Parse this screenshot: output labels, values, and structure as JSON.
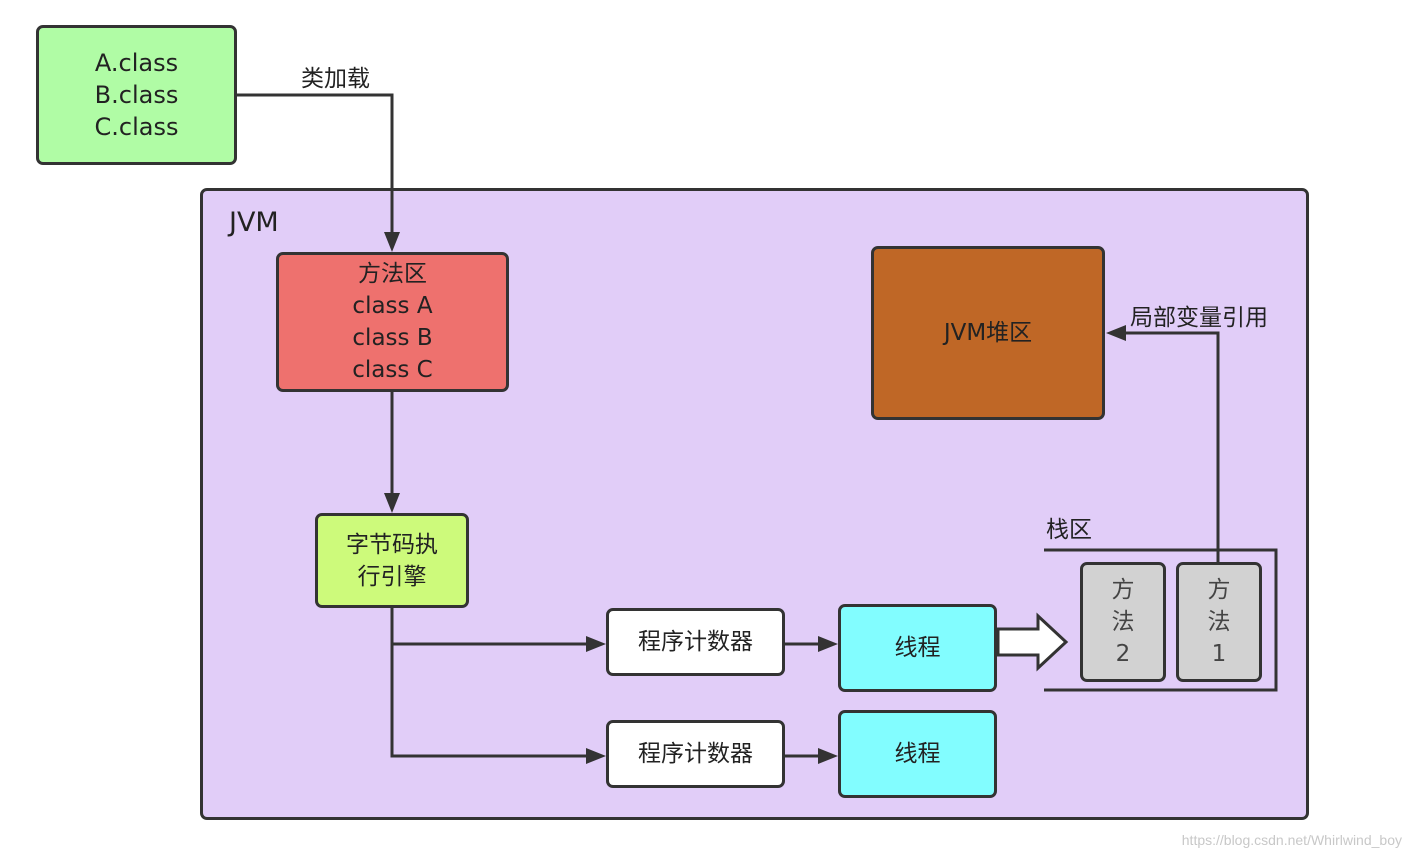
{
  "jvm": {
    "label": "JVM",
    "fill": "#e1cdf8"
  },
  "class_files": {
    "lines": [
      "A.class",
      "B.class",
      "C.class"
    ],
    "fill": "#b0fca5"
  },
  "edge_labels": {
    "class_loading": "类加载",
    "local_var_ref": "局部变量引用"
  },
  "method_area": {
    "lines": [
      "方法区",
      "class A",
      "class B",
      "class C"
    ],
    "fill": "#ee716e"
  },
  "bytecode_engine": {
    "lines": [
      "字节码执",
      "行引擎"
    ],
    "fill": "#cdfa7b"
  },
  "heap": {
    "label": "JVM堆区",
    "fill": "#bf6726"
  },
  "stack": {
    "label": "栈区"
  },
  "program_counters": [
    "程序计数器",
    "程序计数器"
  ],
  "threads": [
    "线程",
    "线程"
  ],
  "thread_fill": "#82fdff",
  "stack_frames": [
    {
      "lines": [
        "方",
        "法",
        "2"
      ]
    },
    {
      "lines": [
        "方",
        "法",
        "1"
      ]
    }
  ],
  "watermark": "https://blog.csdn.net/Whirlwind_boy"
}
